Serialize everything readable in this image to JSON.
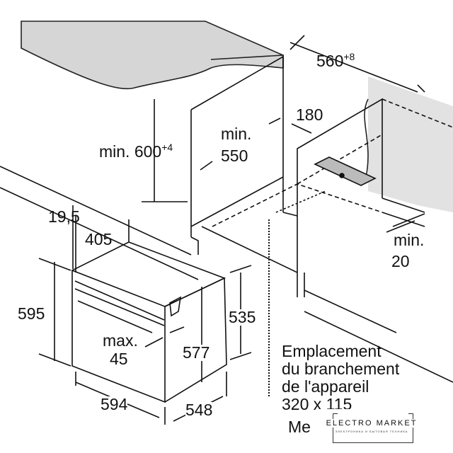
{
  "dimensions": {
    "countertop_height": "min. 600",
    "countertop_height_tol": "+4",
    "niche_depth_label": "min.",
    "niche_depth": "550",
    "niche_width": "560",
    "niche_width_tol": "+8",
    "rear_gap": "180",
    "bottom_gap_label": "min.",
    "bottom_gap": "20",
    "front_offset": "19,5",
    "panel_depth": "405",
    "oven_height": "595",
    "handle_label": "max.",
    "handle_depth": "45",
    "inner_height": "577",
    "body_height": "535",
    "oven_width": "594",
    "oven_depth": "548"
  },
  "note": {
    "lines": [
      "Emplacement",
      "du branchement",
      "de l'appareil",
      "320 x 115"
    ],
    "partial": "Me"
  },
  "watermark": {
    "name": "ELECTRO MARKET",
    "sub": "ЭЛЕКТРОНИКА И БЫТОВАЯ ТЕХНИКА"
  }
}
